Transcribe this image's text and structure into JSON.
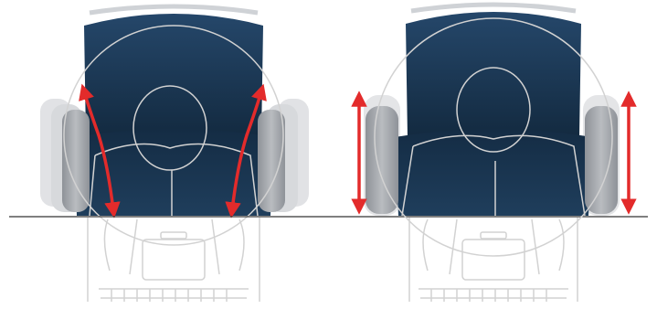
{
  "panels": [
    {
      "id": "rotate",
      "arrow_motion": "pivot-inward-curved"
    },
    {
      "id": "vertical",
      "arrow_motion": "up-down-straight"
    }
  ],
  "colors": {
    "seat_fabric": "#1d3a55",
    "seat_fabric_dark": "#132a40",
    "armrest": "#a9adb3",
    "armrest_ghost": "#c9ccd0",
    "outline": "#c8c8c8",
    "arrow": "#e32b2b",
    "desk_line": "#333333"
  },
  "icons": [
    "office-chair",
    "person-outline",
    "laptop-outline",
    "double-arrow"
  ]
}
